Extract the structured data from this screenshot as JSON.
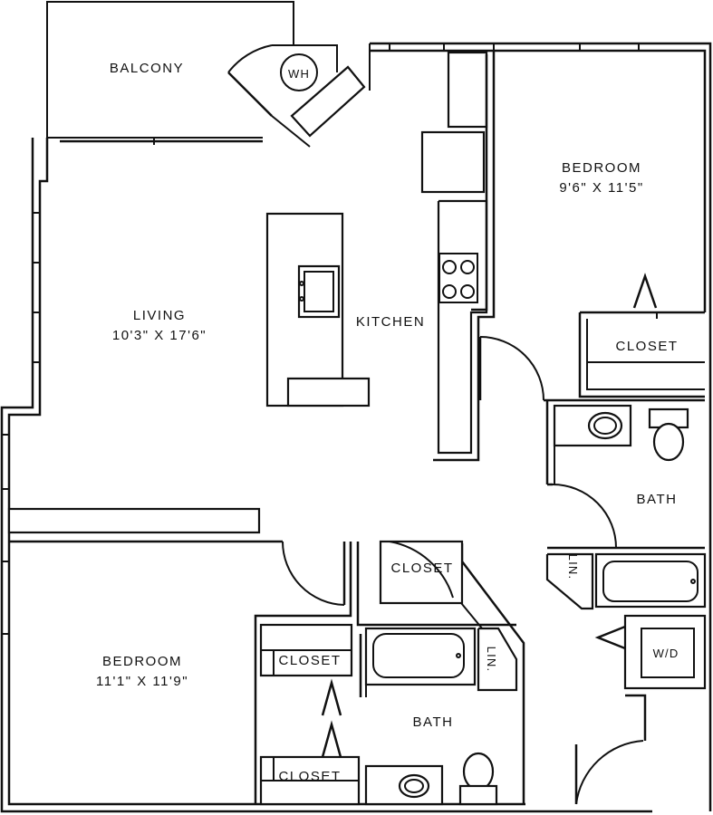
{
  "rooms": {
    "balcony": {
      "name": "BALCONY"
    },
    "living": {
      "name": "LIVING",
      "size": "10'3\" X 17'6\""
    },
    "kitchen": {
      "name": "KITCHEN"
    },
    "bedroom_1": {
      "name": "BEDROOM",
      "size": "9'6\" X 11'5\""
    },
    "bedroom_2": {
      "name": "BEDROOM",
      "size": "11'1\" X 11'9\""
    },
    "closet_bedroom_1": {
      "name": "CLOSET"
    },
    "closet_hall": {
      "name": "CLOSET"
    },
    "closet_bedroom_2_upper": {
      "name": "CLOSET"
    },
    "closet_bedroom_2_lower": {
      "name": "CLOSET"
    },
    "bath_1": {
      "name": "BATH"
    },
    "bath_2": {
      "name": "BATH"
    },
    "linen_1": {
      "name": "LIN."
    },
    "linen_2": {
      "name": "LIN."
    },
    "laundry": {
      "name": "W/D"
    },
    "water_heater": {
      "name": "WH"
    }
  },
  "colors": {
    "line": "#111111",
    "background": "#ffffff"
  }
}
